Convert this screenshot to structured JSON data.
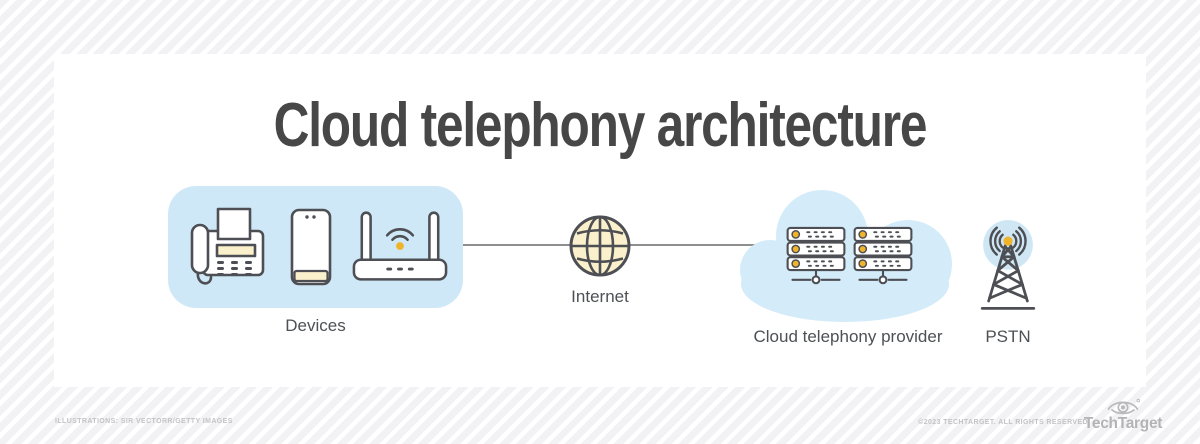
{
  "title": "Cloud telephony architecture",
  "diagram": {
    "devices": {
      "label": "Devices",
      "icons": [
        "fax-phone",
        "smartphone",
        "wifi-router"
      ]
    },
    "internet": {
      "label": "Internet",
      "icon": "globe"
    },
    "provider": {
      "label": "Cloud telephony provider",
      "icon": "server-racks-in-cloud"
    },
    "pstn": {
      "label": "PSTN",
      "icon": "radio-tower"
    }
  },
  "footer": {
    "credits": "ILLUSTRATIONS: SIR VECTORR/GETTY IMAGES",
    "copyright": "©2023 TECHTARGET. ALL RIGHTS RESERVED",
    "brand": "TechTarget"
  },
  "colors": {
    "panel_blue": "#cfe8f7",
    "cloud_blue": "#d4ecf9",
    "cream": "#faf0cc",
    "accent_yellow": "#f0b42c",
    "outline_ink": "#4d4f54",
    "title_text": "#474747",
    "label_text": "#4d5055",
    "connector_gray": "#8f8f8f",
    "footer_gray": "#c3c3c5"
  }
}
